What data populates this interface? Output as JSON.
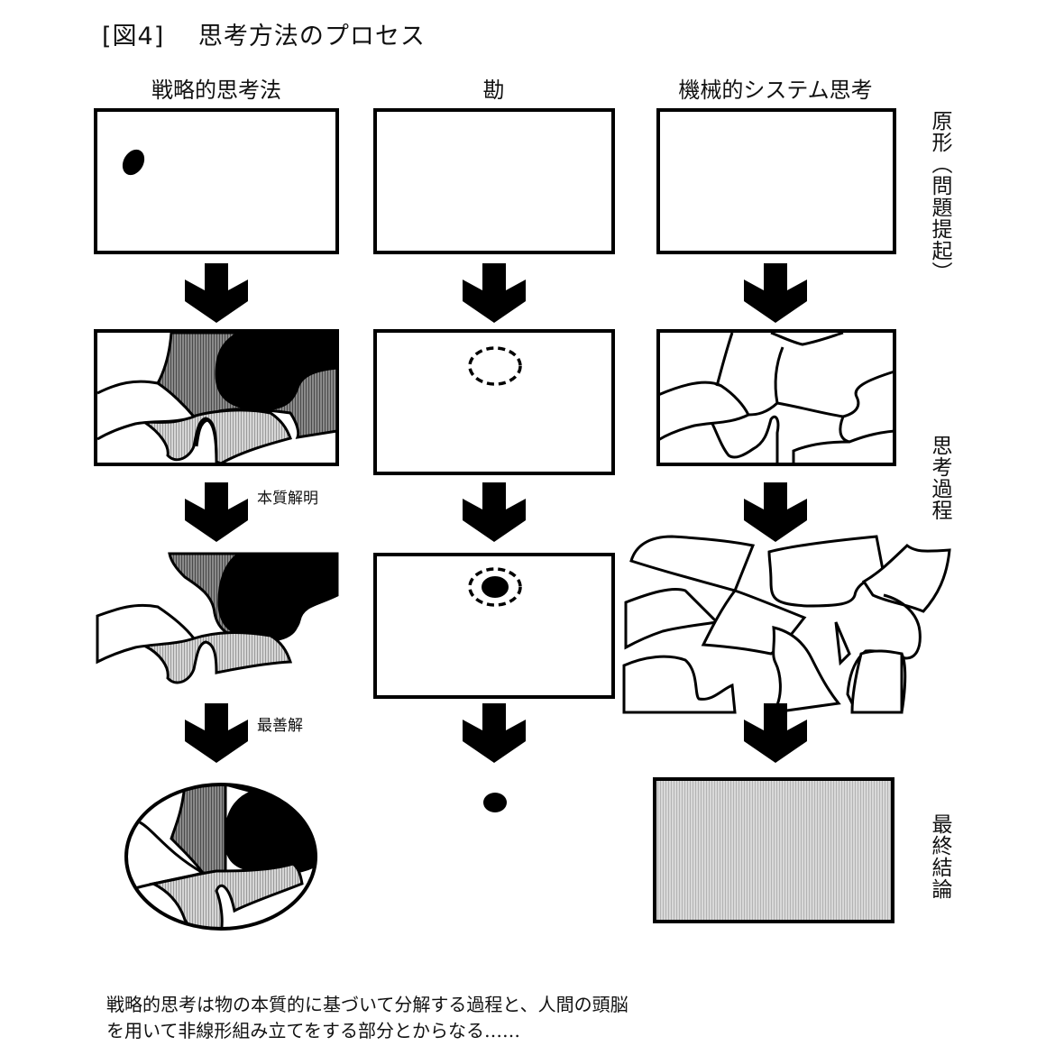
{
  "figure": {
    "number_label": "[図4]",
    "title": "思考方法のプロセス"
  },
  "columns": [
    {
      "id": "strategic",
      "label": "戦略的思考法"
    },
    {
      "id": "intuition",
      "label": "勘"
    },
    {
      "id": "mechanical",
      "label": "機械的システム思考"
    }
  ],
  "row_labels": {
    "original": "原形︵問題提起︶",
    "process": "思考過程",
    "conclusion": "最終結論"
  },
  "step_labels": {
    "essence": "本質解明",
    "best": "最善解"
  },
  "caption": {
    "line1": "戦略的思考は物の本質的に基づいて分解する過程と、人間の頭脳",
    "line2": "を用いて非線形組み立てをする部分とからなる……"
  },
  "colors": {
    "ink": "#000000",
    "dark_gray": "#6e6e6e",
    "light_gray": "#bdbdbd",
    "final_fill": "#c9c9c9"
  }
}
